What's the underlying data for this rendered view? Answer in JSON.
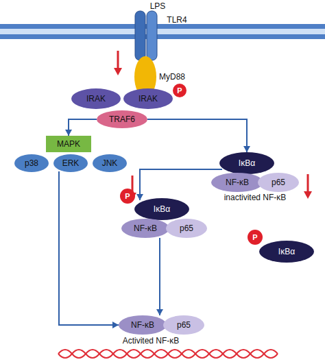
{
  "diagram": {
    "nodes": [
      {
        "text": [
          "MyD88"
        ]
      },
      {
        "text": [
          "IRAK"
        ]
      },
      {
        "text": [
          "IRAK"
        ]
      },
      {
        "text": [
          "P"
        ]
      },
      {
        "text": [
          "TRAF6"
        ]
      },
      {
        "text": [
          "MAPK"
        ]
      },
      {
        "text": [
          "p38"
        ]
      },
      {
        "text": [
          "ERK"
        ]
      },
      {
        "text": [
          "JNK"
        ]
      },
      {
        "text": [
          "IκBα"
        ]
      },
      {
        "text": [
          "NF-κB"
        ]
      },
      {
        "text": [
          "p65"
        ]
      },
      {
        "text": [
          "P"
        ]
      },
      {
        "text": [
          "IκBα"
        ]
      },
      {
        "text": [
          "NF-κB"
        ]
      },
      {
        "text": [
          "p65"
        ]
      },
      {
        "text": [
          "P"
        ]
      },
      {
        "text": [
          "IκBα"
        ]
      },
      {
        "text": [
          "NF-κB"
        ]
      },
      {
        "text": [
          "p65"
        ]
      }
    ],
    "edges": [
      {
        "from": 4,
        "to": 5,
        "arrow": "to"
      },
      {
        "from": 4,
        "to": 9,
        "arrow": "to"
      },
      {
        "from": 9,
        "to": 13,
        "arrow": "to"
      },
      {
        "from": 14,
        "to": 18,
        "arrow": "to"
      },
      {
        "from": 7,
        "to": 18,
        "arrow": "to"
      }
    ],
    "labels": [
      "LPS",
      "TLR4",
      "inactivited NF-κB",
      "Activited NF-κB"
    ]
  }
}
